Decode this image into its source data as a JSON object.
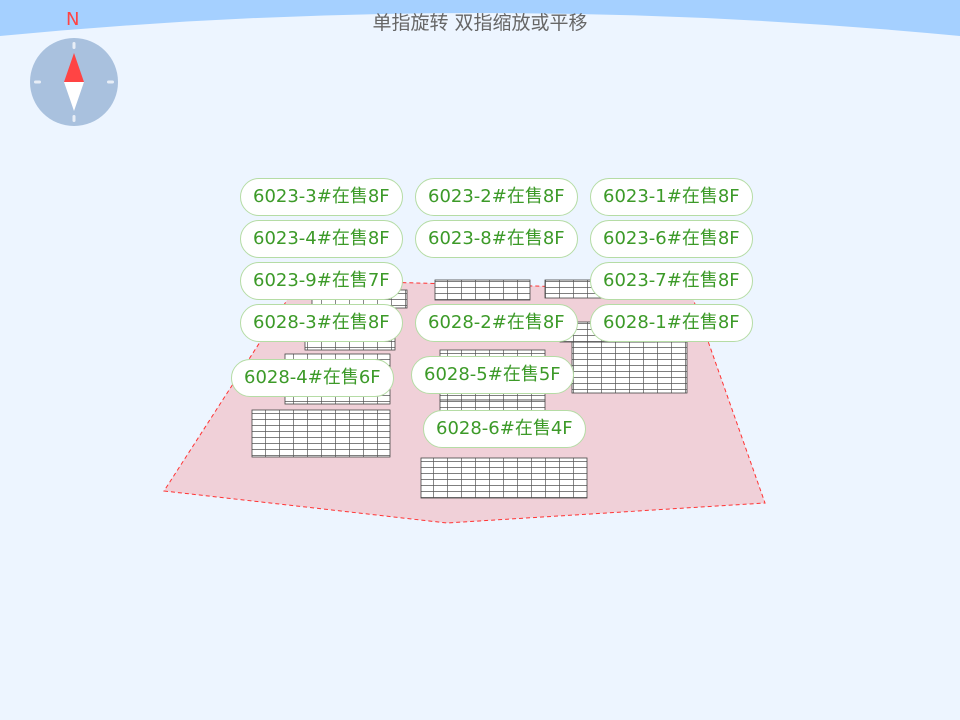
{
  "hint": "单指旋转 双指缩放或平移",
  "compass": {
    "north_label": "N",
    "needle_north_color": "#ff4444"
  },
  "colors": {
    "label_text": "#3c9a28",
    "site_fill": "#f0d0d8",
    "site_border": "#ff3333"
  },
  "labels": [
    {
      "id": "6023-1",
      "text": "6023-1#在售8F"
    },
    {
      "id": "6023-2",
      "text": "6023-2#在售8F"
    },
    {
      "id": "6023-3",
      "text": "6023-3#在售8F"
    },
    {
      "id": "6023-4",
      "text": "6023-4#在售8F"
    },
    {
      "id": "6023-6",
      "text": "6023-6#在售8F"
    },
    {
      "id": "6023-8",
      "text": "6023-8#在售8F"
    },
    {
      "id": "6023-7",
      "text": "6023-7#在售8F"
    },
    {
      "id": "6023-9",
      "text": "6023-9#在售7F"
    },
    {
      "id": "6028-1",
      "text": "6028-1#在售8F"
    },
    {
      "id": "6028-2",
      "text": "6028-2#在售8F"
    },
    {
      "id": "6028-3",
      "text": "6028-3#在售8F"
    },
    {
      "id": "6028-4",
      "text": "6028-4#在售6F"
    },
    {
      "id": "6028-5",
      "text": "6028-5#在售5F"
    },
    {
      "id": "6028-6",
      "text": "6028-6#在售4F"
    }
  ]
}
